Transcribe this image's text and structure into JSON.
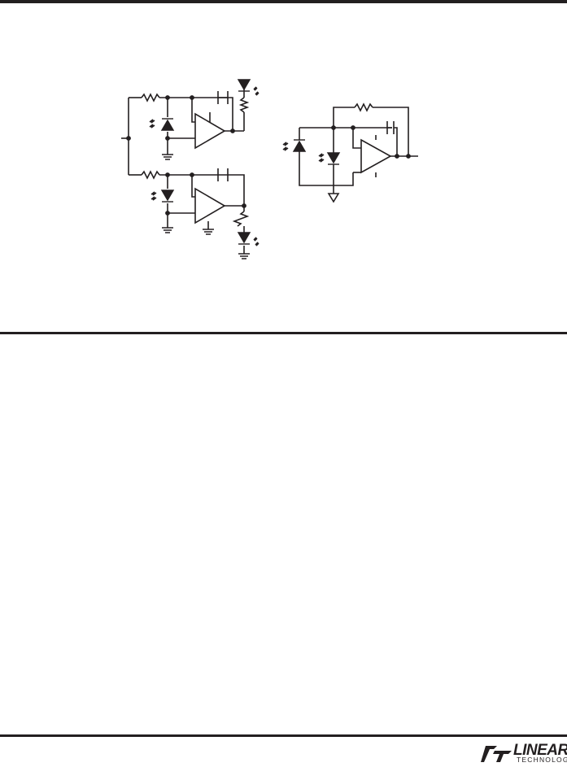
{
  "document": {
    "brand": {
      "name": "LINEAR",
      "tagline": "TECHNOLOGY"
    },
    "figures": [
      {
        "id": "differential-photodiode-amplifier"
      },
      {
        "id": "led-photodiode-feedback-amplifier"
      }
    ],
    "colors": {
      "ink": "#231f20",
      "paper": "#ffffff"
    }
  }
}
